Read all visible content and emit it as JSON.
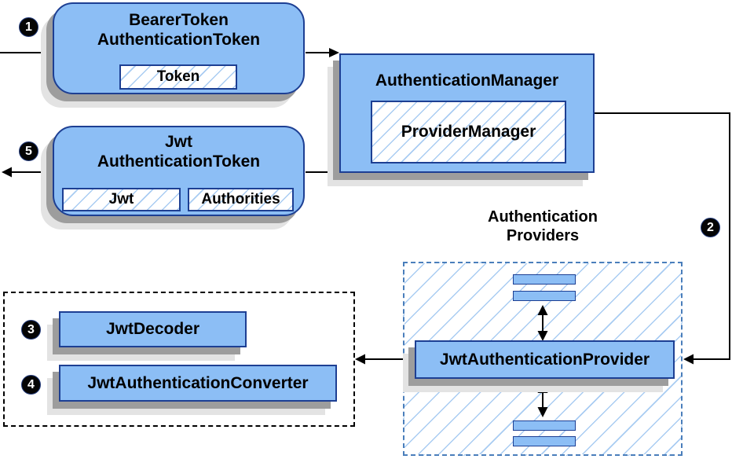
{
  "colors": {
    "box_fill": "#8cbef5",
    "box_border": "#1d3f93",
    "hatch_line": "#a9ccf2",
    "providers_border": "#4a7ebb",
    "arrow": "#000000",
    "shadow_dark": "#9d9d9d",
    "shadow_light": "#e3e3e3",
    "badge_bg": "#050505",
    "badge_text": "#ffffff"
  },
  "badges": {
    "step1": "1",
    "step2": "2",
    "step3": "3",
    "step4": "4",
    "step5": "5"
  },
  "nodes": {
    "bearer_token": {
      "title_line1": "BearerToken",
      "title_line2": "AuthenticationToken",
      "token_label": "Token"
    },
    "authentication_manager": {
      "title": "AuthenticationManager",
      "inner_label": "ProviderManager"
    },
    "jwt_authentication_token": {
      "title_line1": "Jwt",
      "title_line2": "AuthenticationToken",
      "jwt_label": "Jwt",
      "authorities_label": "Authorities"
    },
    "authentication_providers": {
      "label_line1": "Authentication",
      "label_line2": "Providers",
      "provider_label": "JwtAuthenticationProvider"
    },
    "converter_group": {
      "decoder_label": "JwtDecoder",
      "converter_label": "JwtAuthenticationConverter"
    }
  }
}
